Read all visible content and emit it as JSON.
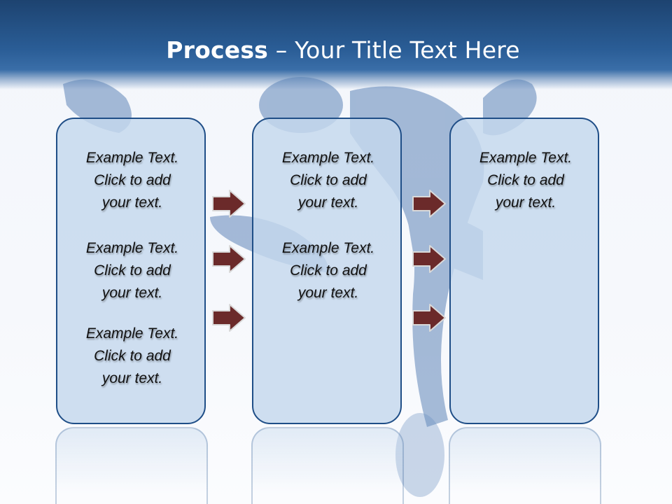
{
  "slide": {
    "title_bold": "Process",
    "title_rest": " – Your Title Text Here"
  },
  "columns": [
    {
      "items": [
        {
          "line1": "Example Text.",
          "line2": "Click  to add",
          "line3": "your text."
        },
        {
          "line1": "Example Text.",
          "line2": "Click  to add",
          "line3": "your text."
        },
        {
          "line1": "Example Text.",
          "line2": "Click  to add",
          "line3": "your text."
        }
      ]
    },
    {
      "items": [
        {
          "line1": "Example Text.",
          "line2": "Click  to add",
          "line3": "your text."
        },
        {
          "line1": "Example Text.",
          "line2": "Click  to add",
          "line3": "your text."
        }
      ]
    },
    {
      "items": [
        {
          "line1": "Example Text.",
          "line2": "Click  to add",
          "line3": "your text."
        }
      ]
    }
  ],
  "colors": {
    "header": "#2a5d96",
    "box_fill": "#c5d8ed",
    "box_border": "#1f4e87",
    "arrow_fill": "#6b2a2a"
  }
}
